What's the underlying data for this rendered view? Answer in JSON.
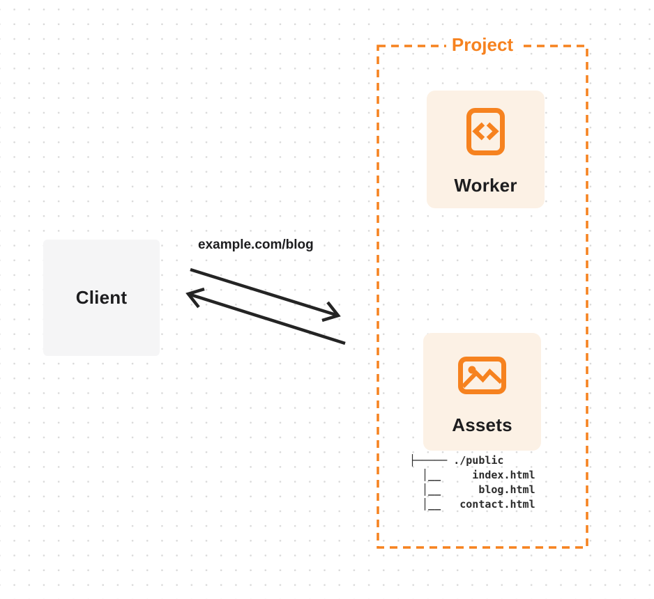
{
  "client": {
    "label": "Client"
  },
  "request_label": "example.com/blog",
  "project": {
    "label": "Project",
    "worker": {
      "label": "Worker",
      "icon": "code-icon"
    },
    "assets": {
      "label": "Assets",
      "icon": "image-icon"
    },
    "file_tree": [
      "├───── ./public",
      "  │__     index.html",
      "  │__      blog.html",
      "  │__   contact.html"
    ]
  },
  "colors": {
    "accent": "#F6821F",
    "card_bg": "#FCF1E5",
    "client_bg": "#F5F5F6",
    "arrow": "#242424",
    "text": "#1D1D1F",
    "tree_text": "#2B2B2B",
    "dot": "#D9D9D9",
    "background": "#FFFFFF"
  }
}
